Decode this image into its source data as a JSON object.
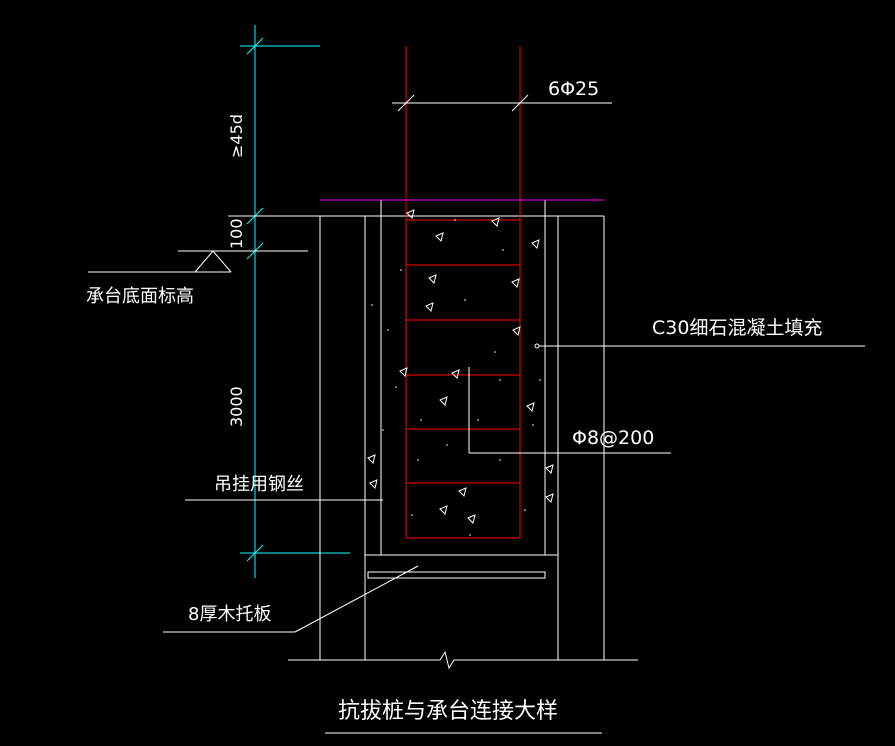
{
  "drawing": {
    "title": "抗拔桩与承台连接大样",
    "labels": {
      "rebar": "6Φ25",
      "fill": "C30细石混凝土填充",
      "stirrup": "Φ8@200",
      "wire": "吊挂用钢丝",
      "board": "8厚木托板",
      "elevation": "承台底面标高"
    },
    "dimensions": {
      "anchor": "≥45d",
      "offset": "100",
      "depth": "3000"
    },
    "colors": {
      "background": "#000000",
      "line": "#ffffff",
      "dimension": "#00ffff",
      "rebar": "#ff0000",
      "cap_top": "#ff00ff"
    }
  }
}
